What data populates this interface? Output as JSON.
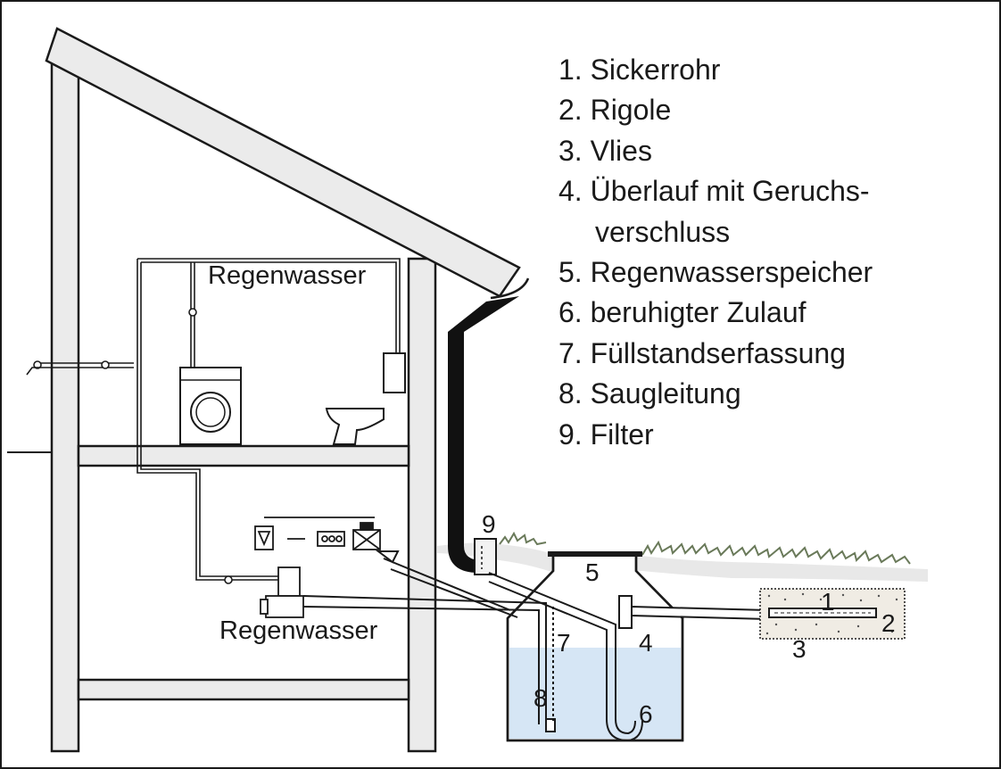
{
  "legend": {
    "items": [
      {
        "text": "1. Sickerrohr"
      },
      {
        "text": "2. Rigole"
      },
      {
        "text": "3. Vlies"
      },
      {
        "text": "4. Überlauf mit Geruchs-"
      },
      {
        "text": "verschluss"
      },
      {
        "text": "5. Regenwasserspeicher"
      },
      {
        "text": "6. beruhigter Zulauf"
      },
      {
        "text": "7. Füllstandserfassung"
      },
      {
        "text": "8. Saugleitung"
      },
      {
        "text": "9. Filter"
      }
    ]
  },
  "labels": {
    "upper_floor": "Regenwasser",
    "lower_floor": "Regenwasser",
    "n1": "1",
    "n2": "2",
    "n3": "3",
    "n4": "4",
    "n5": "5",
    "n6": "6",
    "n7": "7",
    "n8": "8",
    "n9": "9"
  },
  "colors": {
    "wall": "#ebebeb",
    "outline": "#1a1a1a",
    "water": "#d6e6f5",
    "gravel": "#f0ece4",
    "downpipe": "#111111",
    "ground": "#e8e8e8"
  }
}
